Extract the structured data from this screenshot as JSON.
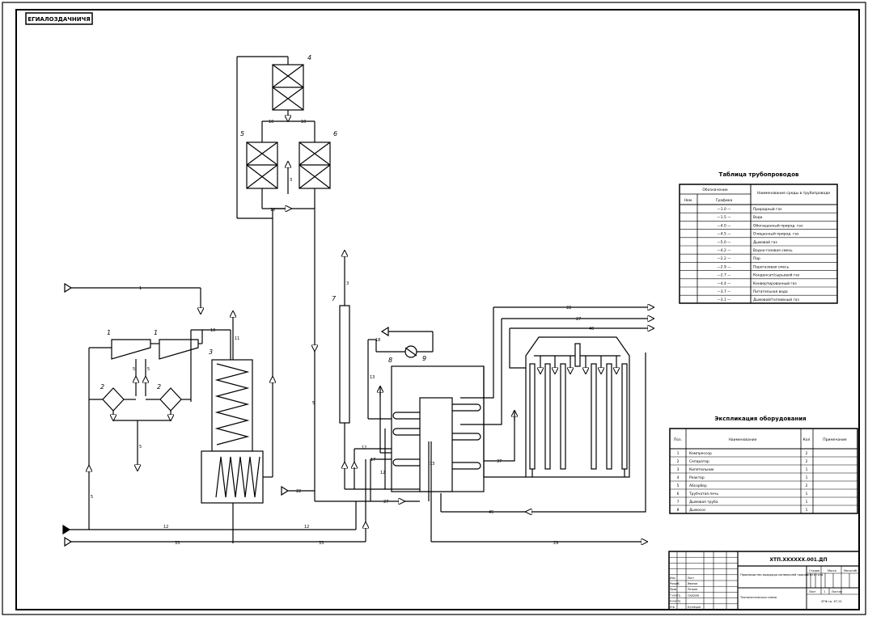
{
  "corner_stamp": "ЕГИАЛОЗДАЧНИЧЯ",
  "equipment_tags": {
    "compressor_a": "1",
    "compressor_b": "1",
    "separator_a": "2",
    "separator_b": "2",
    "heat_exchanger": "3",
    "adsorber_top": "4",
    "adsorber_left": "5",
    "adsorber_right": "6",
    "column": "7",
    "furnace": "8",
    "fan": "9"
  },
  "line_labels": {
    "line_top_feed": "1",
    "comp_out": "10",
    "hx_up": "11",
    "drop_a": "5",
    "drop_b": "5",
    "down_sep": "5",
    "up_left": "5",
    "bottom_12_left": "12",
    "bottom_12_right": "12",
    "bottom_33_left": "33",
    "bottom_33_right": "33",
    "column_top": "3",
    "column_side": "3",
    "vert_mid": "5",
    "ads_top_l": "10",
    "ads_top_r": "10",
    "ads_bottom": "10",
    "furnace_in_a": "12",
    "furnace_in_b": "17",
    "furnace_in_c": "12",
    "furnace_in_d": "13",
    "line_22_in": "22",
    "line_27": "27",
    "right_22": "22",
    "right_27": "27",
    "right_40": "40",
    "coil_out": "37",
    "long_45": "45",
    "long_29": "29",
    "side_13": "13",
    "side_18": "18"
  },
  "pipeline_table": {
    "title": "Таблица трубопроводов",
    "header_designation": "Обозначение",
    "header_num": "Ном.",
    "header_graphic": "Графика",
    "header_name": "Наименование среды в трубопроводе",
    "rows": [
      {
        "code": "—1.0 —",
        "name": "Природный газ"
      },
      {
        "code": "—1.5 —",
        "name": "Вода"
      },
      {
        "code": "—4.0 —",
        "name": "Обогащенный природ. газ"
      },
      {
        "code": "—4.5 —",
        "name": "Очищенный природ. газ"
      },
      {
        "code": "—5.0 —",
        "name": "Дымовой газ"
      },
      {
        "code": "—4.2 —",
        "name": "Водно-газовая смесь"
      },
      {
        "code": "—2.2 —",
        "name": "Пар"
      },
      {
        "code": "—2.9 —",
        "name": "Парогазовая смесь"
      },
      {
        "code": "—2.7 —",
        "name": "Конденсат/сырьевой газ"
      },
      {
        "code": "—4.4 —",
        "name": "Конвертированный газ"
      },
      {
        "code": "—3.7 —",
        "name": "Питательная вода"
      },
      {
        "code": "—3.1 —",
        "name": "Дымовой/топливный газ"
      }
    ]
  },
  "equipment_table": {
    "title": "Экспликация оборудования",
    "header_pos": "Поз.",
    "header_name": "Наименование",
    "header_qty": "Кол",
    "header_note": "Примечание",
    "rows": [
      {
        "pos": "1",
        "name": "Компрессор",
        "qty": "2"
      },
      {
        "pos": "2",
        "name": "Сепаратор",
        "qty": "2"
      },
      {
        "pos": "3",
        "name": "Кипятильник",
        "qty": "1"
      },
      {
        "pos": "4",
        "name": "Реактор",
        "qty": "1"
      },
      {
        "pos": "5",
        "name": "Абсорбер",
        "qty": "2"
      },
      {
        "pos": "6",
        "name": "Трубчатая печь",
        "qty": "1"
      },
      {
        "pos": "7",
        "name": "Дымовая труба",
        "qty": "1"
      },
      {
        "pos": "8",
        "name": "Дымосос",
        "qty": "1"
      }
    ]
  },
  "title_block": {
    "designation": "ХТП.ХХХХХХ.001.ДП",
    "title": "Производство водорода конверсией природного газа",
    "sheet_label": "Лист",
    "sheets_label": "Листов",
    "sheet_value": "1",
    "scheme": "Технологическая схема",
    "org": "ХТФ гр. ХТ-21",
    "roles": [
      "Изм.",
      "Разраб.",
      "Пров.",
      "Т.контр.",
      "Н.контр.",
      "Утв."
    ],
    "names": [
      "Лист",
      "Иванов",
      "Петров",
      "Сидоров",
      "",
      "Кузнецов"
    ],
    "caption_a": "Стадия",
    "caption_b": "Масса",
    "caption_c": "Масштаб"
  }
}
